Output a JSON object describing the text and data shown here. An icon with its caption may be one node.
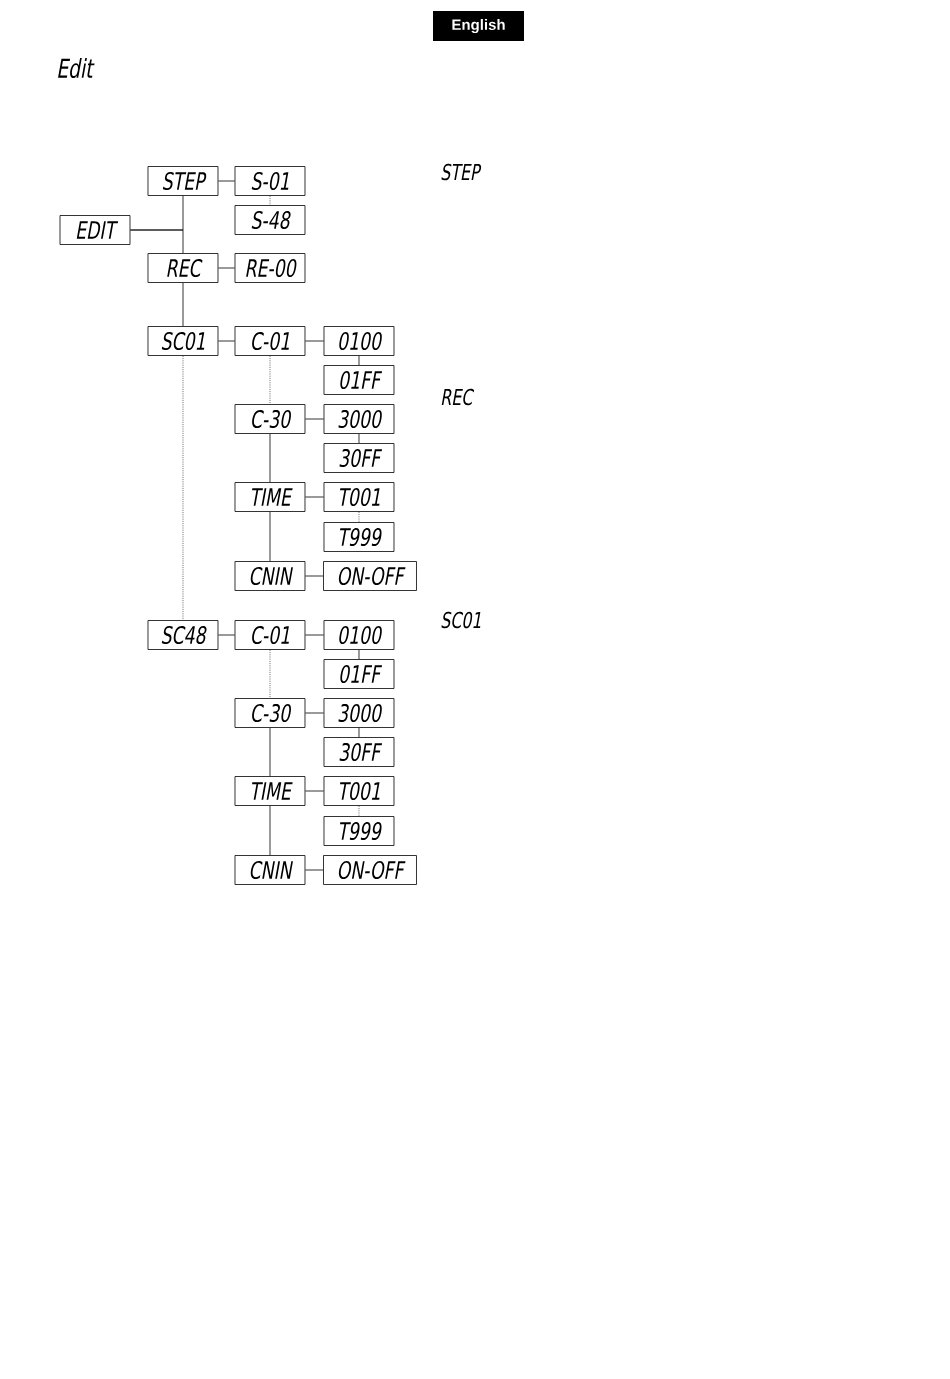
{
  "diagram": {
    "title": "Edit",
    "nodes": [
      {
        "text": [
          "EDIT"
        ]
      },
      {
        "text": [
          "STEP"
        ]
      },
      {
        "text": [
          "S-01"
        ]
      },
      {
        "text": [
          "S-48"
        ]
      },
      {
        "text": [
          "REC"
        ]
      },
      {
        "text": [
          "RE-00"
        ]
      },
      {
        "text": [
          "SC01"
        ]
      },
      {
        "text": [
          "C-01"
        ]
      },
      {
        "text": [
          "0100"
        ]
      },
      {
        "text": [
          "01FF"
        ]
      },
      {
        "text": [
          "C-30"
        ]
      },
      {
        "text": [
          "3000"
        ]
      },
      {
        "text": [
          "30FF"
        ]
      },
      {
        "text": [
          "TIME"
        ]
      },
      {
        "text": [
          "T001"
        ]
      },
      {
        "text": [
          "T999"
        ]
      },
      {
        "text": [
          "CNIN"
        ]
      },
      {
        "text": [
          "ON-OFF"
        ]
      },
      {
        "text": [
          "SC48"
        ]
      },
      {
        "text": [
          "C-01"
        ]
      },
      {
        "text": [
          "0100"
        ]
      },
      {
        "text": [
          "01FF"
        ]
      },
      {
        "text": [
          "C-30"
        ]
      },
      {
        "text": [
          "3000"
        ]
      },
      {
        "text": [
          "30FF"
        ]
      },
      {
        "text": [
          "TIME"
        ]
      },
      {
        "text": [
          "T001"
        ]
      },
      {
        "text": [
          "T999"
        ]
      },
      {
        "text": [
          "CNIN"
        ]
      },
      {
        "text": [
          "ON-OFF"
        ]
      }
    ],
    "edges": [
      {
        "from": 0,
        "to": 1,
        "arrow": "none"
      },
      {
        "from": 0,
        "to": 4,
        "arrow": "none"
      },
      {
        "from": 1,
        "to": 2,
        "arrow": "none"
      },
      {
        "from": 2,
        "to": 3,
        "arrow": "none",
        "style": "dashed"
      },
      {
        "from": 4,
        "to": 5,
        "arrow": "none"
      },
      {
        "from": 4,
        "to": 6,
        "arrow": "none"
      },
      {
        "from": 6,
        "to": 7,
        "arrow": "none"
      },
      {
        "from": 7,
        "to": 8,
        "arrow": "none"
      },
      {
        "from": 8,
        "to": 9,
        "arrow": "none"
      },
      {
        "from": 7,
        "to": 10,
        "arrow": "none",
        "style": "dashed"
      },
      {
        "from": 10,
        "to": 11,
        "arrow": "none"
      },
      {
        "from": 11,
        "to": 12,
        "arrow": "none"
      },
      {
        "from": 10,
        "to": 13,
        "arrow": "none"
      },
      {
        "from": 13,
        "to": 14,
        "arrow": "none"
      },
      {
        "from": 14,
        "to": 15,
        "arrow": "none",
        "style": "dashed"
      },
      {
        "from": 13,
        "to": 16,
        "arrow": "none"
      },
      {
        "from": 16,
        "to": 17,
        "arrow": "none"
      },
      {
        "from": 6,
        "to": 18,
        "arrow": "none",
        "style": "dashed"
      },
      {
        "from": 18,
        "to": 19,
        "arrow": "none"
      },
      {
        "from": 19,
        "to": 20,
        "arrow": "none"
      },
      {
        "from": 20,
        "to": 21,
        "arrow": "none"
      },
      {
        "from": 19,
        "to": 22,
        "arrow": "none",
        "style": "dashed"
      },
      {
        "from": 22,
        "to": 23,
        "arrow": "none"
      },
      {
        "from": 23,
        "to": 24,
        "arrow": "none"
      },
      {
        "from": 22,
        "to": 25,
        "arrow": "none"
      },
      {
        "from": 25,
        "to": 26,
        "arrow": "none"
      },
      {
        "from": 26,
        "to": 27,
        "arrow": "none",
        "style": "dashed"
      },
      {
        "from": 25,
        "to": 28,
        "arrow": "none"
      },
      {
        "from": 28,
        "to": 29,
        "arrow": "none"
      }
    ],
    "labels": [
      "English",
      "STEP",
      "REC",
      "SC01"
    ]
  }
}
